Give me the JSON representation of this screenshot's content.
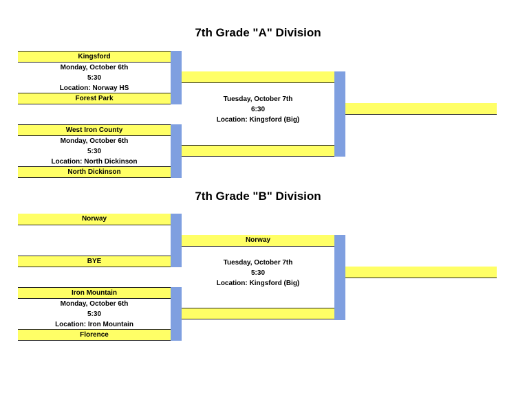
{
  "division_a": {
    "title": "7th Grade \"A\" Division",
    "game1": {
      "team1": "Kingsford",
      "date": "Monday, October 6th",
      "time": "5:30",
      "location": "Location:  Norway HS",
      "team2": "Forest Park"
    },
    "game2": {
      "team1": "West Iron County",
      "date": "Monday, October 6th",
      "time": "5:30",
      "location": "Location: North Dickinson",
      "team2": "North Dickinson"
    },
    "final": {
      "team1": "",
      "date": "Tuesday, October 7th",
      "time": "6:30",
      "location": "Location: Kingsford (Big)",
      "team2": ""
    },
    "champion": ""
  },
  "division_b": {
    "title": "7th Grade \"B\" Division",
    "game1": {
      "team1": "Norway",
      "team2": "BYE"
    },
    "game2": {
      "team1": "Iron Mountain",
      "date": "Monday, October 6th",
      "time": "5:30",
      "location": "Location: Iron Mountain",
      "team2": "Florence"
    },
    "final": {
      "team1": "Norway",
      "date": "Tuesday, October 7th",
      "time": "5:30",
      "location": "Location: Kingsford (Big)",
      "team2": ""
    },
    "champion": ""
  },
  "colors": {
    "team_bar": "#ffff66",
    "connector": "#7f9fe0"
  }
}
